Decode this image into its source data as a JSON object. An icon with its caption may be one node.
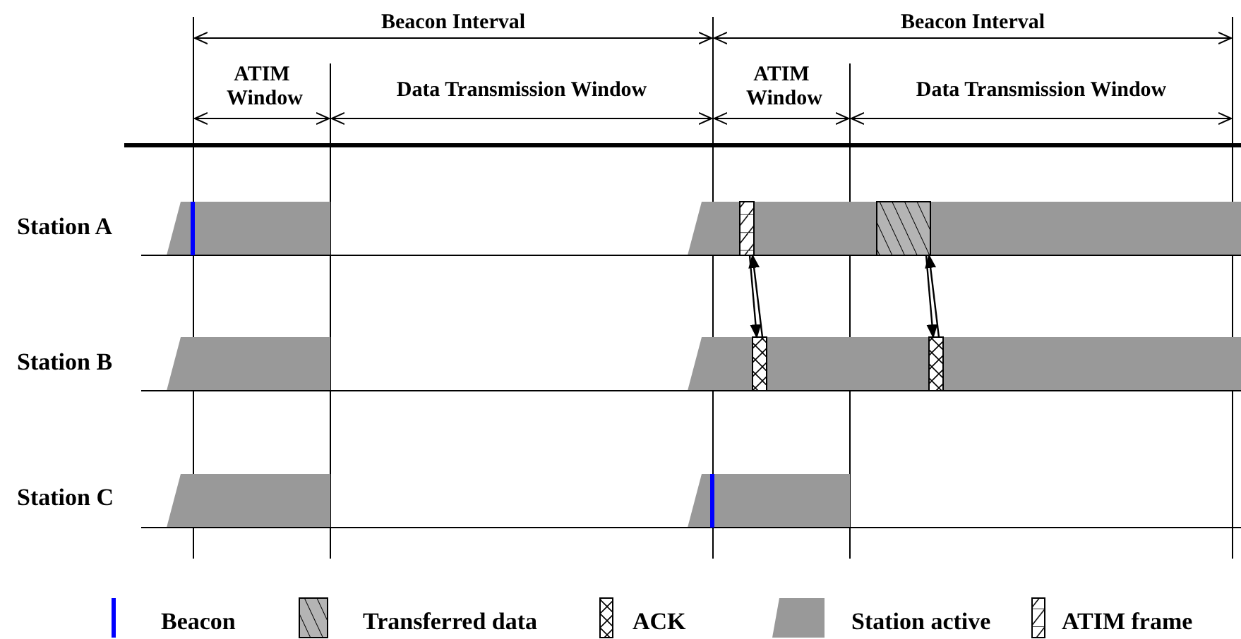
{
  "diagram": {
    "nodes": [
      {
        "text": [],
        "shape": "box"
      },
      {
        "text": [],
        "shape": "box"
      },
      {
        "text": [],
        "shape": "box"
      },
      {
        "text": [],
        "shape": "box"
      }
    ],
    "edges": [
      {
        "from": 0,
        "to": 1,
        "arrow": "to"
      },
      {
        "from": 1,
        "to": 0,
        "arrow": "to"
      },
      {
        "from": 2,
        "to": 3,
        "arrow": "to"
      },
      {
        "from": 3,
        "to": 2,
        "arrow": "to"
      }
    ],
    "labels": [
      "Beacon Interval",
      "Beacon Interval",
      "ATIM Window",
      "Data Transmission Window",
      "ATIM Window",
      "Data Transmission Window",
      "Station A",
      "Station B",
      "Station C"
    ],
    "legend": [
      {
        "text": "Beacon"
      },
      {
        "text": "Transferred data"
      },
      {
        "text": "ACK"
      },
      {
        "text": "Station active"
      },
      {
        "text": "ATIM frame"
      }
    ]
  }
}
